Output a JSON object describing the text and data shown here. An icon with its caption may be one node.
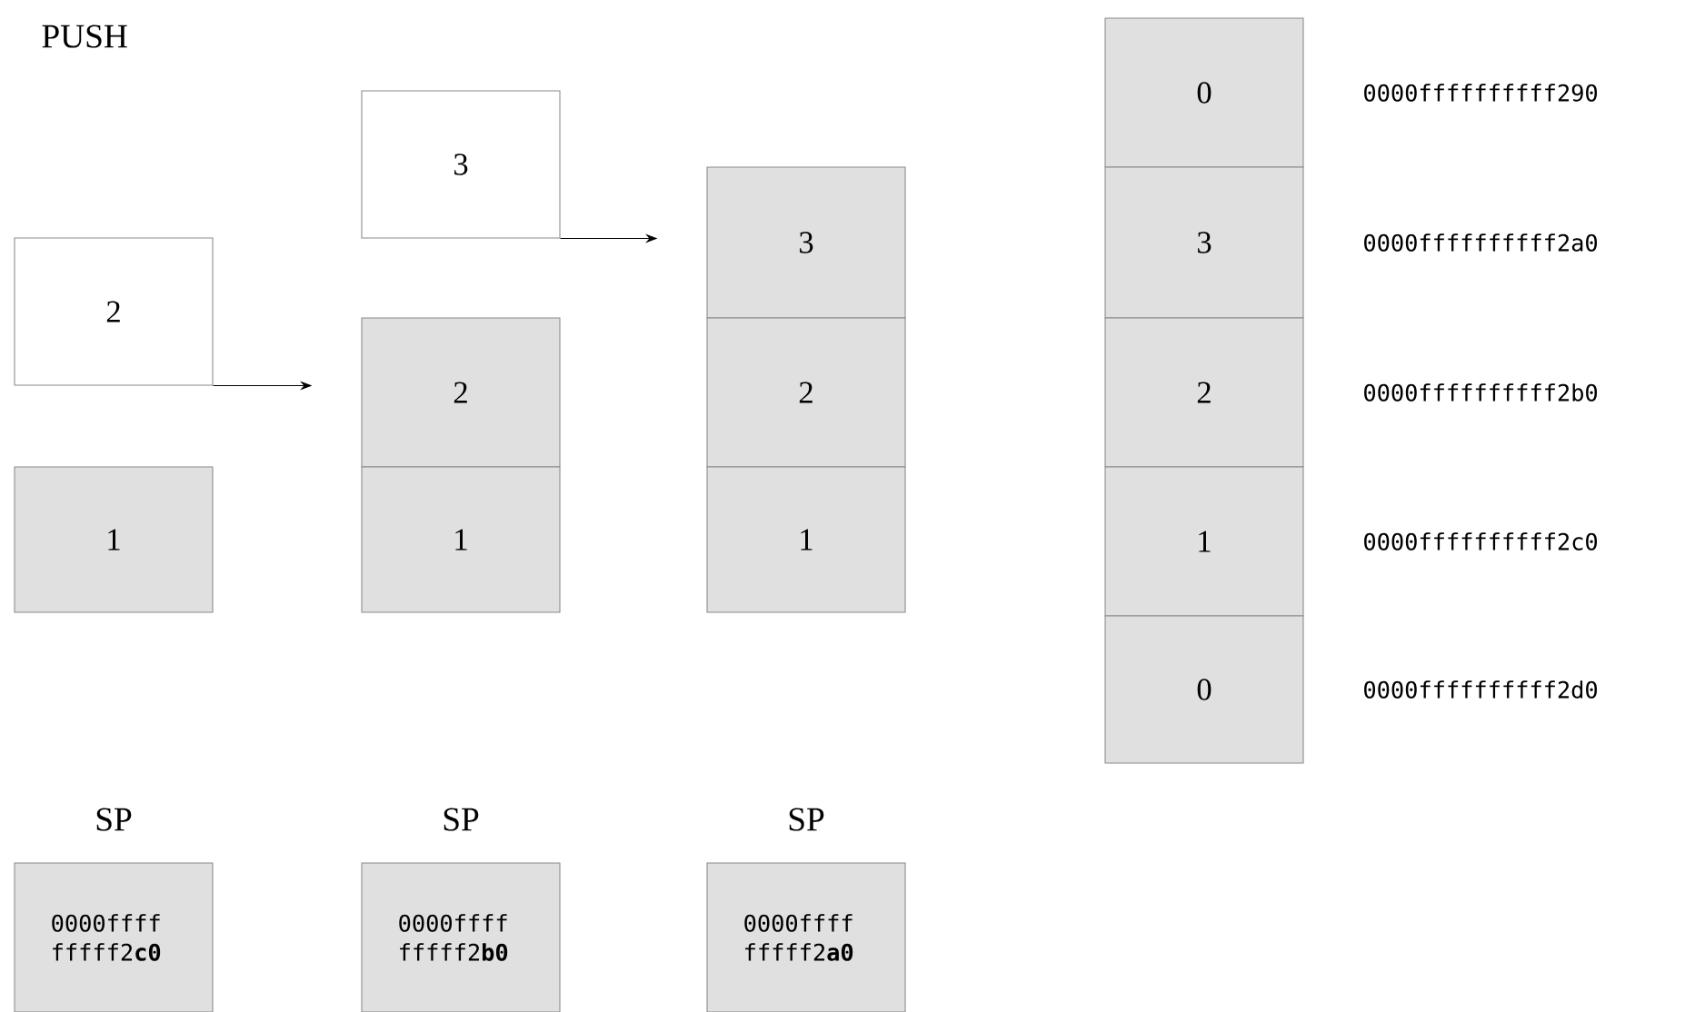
{
  "diagram": {
    "title": "PUSH",
    "nodes": [
      {
        "text": [
          "2"
        ]
      },
      {
        "text": [
          "1"
        ]
      },
      {
        "text": [
          "3"
        ]
      },
      {
        "text": [
          "2"
        ]
      },
      {
        "text": [
          "1"
        ]
      },
      {
        "text": [
          "3"
        ]
      },
      {
        "text": [
          "2"
        ]
      },
      {
        "text": [
          "1"
        ]
      },
      {
        "text": [
          "0"
        ],
        "beside": [
          "0000ffffffffff290"
        ]
      },
      {
        "text": [
          "3"
        ],
        "beside": [
          "0000ffffffffff2a0"
        ]
      },
      {
        "text": [
          "2"
        ],
        "beside": [
          "0000ffffffffff2b0"
        ]
      },
      {
        "text": [
          "1"
        ],
        "beside": [
          "0000ffffffffff2c0"
        ]
      },
      {
        "text": [
          "0"
        ],
        "beside": [
          "0000ffffffffff2d0"
        ]
      },
      {
        "text": [
          "SP",
          "0000ffff fffff2**c0**"
        ]
      },
      {
        "text": [
          "SP",
          "0000ffff fffff2**b0**"
        ]
      },
      {
        "text": [
          "SP",
          "0000ffff fffff2**a0**"
        ]
      }
    ],
    "edges": [
      {
        "from": 0,
        "to": 3,
        "arrow": "to"
      },
      {
        "from": 2,
        "to": 5,
        "arrow": "to"
      }
    ]
  }
}
